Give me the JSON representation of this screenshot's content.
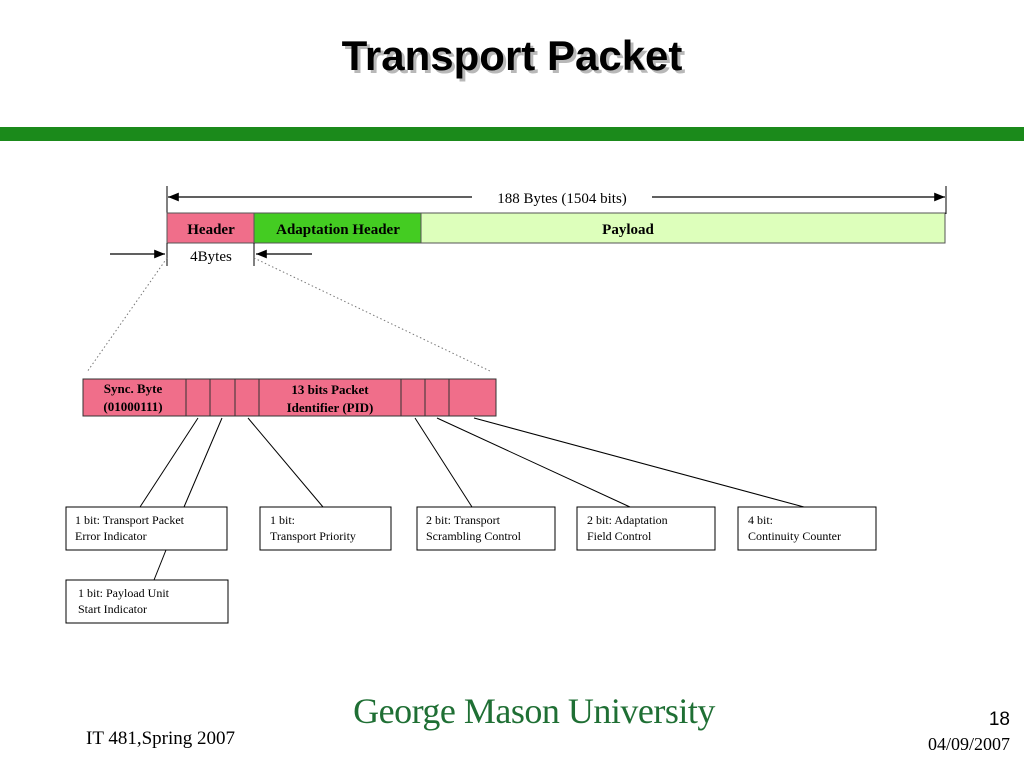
{
  "slide": {
    "title": "Transport Packet",
    "footer_left": "IT 481,Spring 2007",
    "page_number": "18",
    "date": "04/09/2007",
    "logo_text": "George Mason University"
  },
  "packet": {
    "size_label": "188 Bytes (1504 bits)",
    "header_label": "Header",
    "adaptation_label": "Adaptation Header",
    "payload_label": "Payload",
    "header_size_label": "4Bytes"
  },
  "header_fields": {
    "sync_line1": "Sync. Byte",
    "sync_line2": "(01000111)",
    "pid_line1": "13 bits Packet",
    "pid_line2": "Identifier (PID)"
  },
  "descriptions": [
    {
      "line1": "1 bit: Transport Packet",
      "line2": "Error Indicator"
    },
    {
      "line1": "1 bit:",
      "line2": "Transport Priority"
    },
    {
      "line1": "2 bit: Transport",
      "line2": "Scrambling Control"
    },
    {
      "line1": "2 bit: Adaptation",
      "line2": "Field Control"
    },
    {
      "line1": "4 bit:",
      "line2": "Continuity Counter"
    },
    {
      "line1": "1 bit: Payload Unit",
      "line2": "Start Indicator"
    }
  ],
  "colors": {
    "header": "#f06e8a",
    "adaptation": "#44cc22",
    "payload": "#ddffbb",
    "accent_bar": "#1b8a1b",
    "logo": "#1f6f34"
  }
}
